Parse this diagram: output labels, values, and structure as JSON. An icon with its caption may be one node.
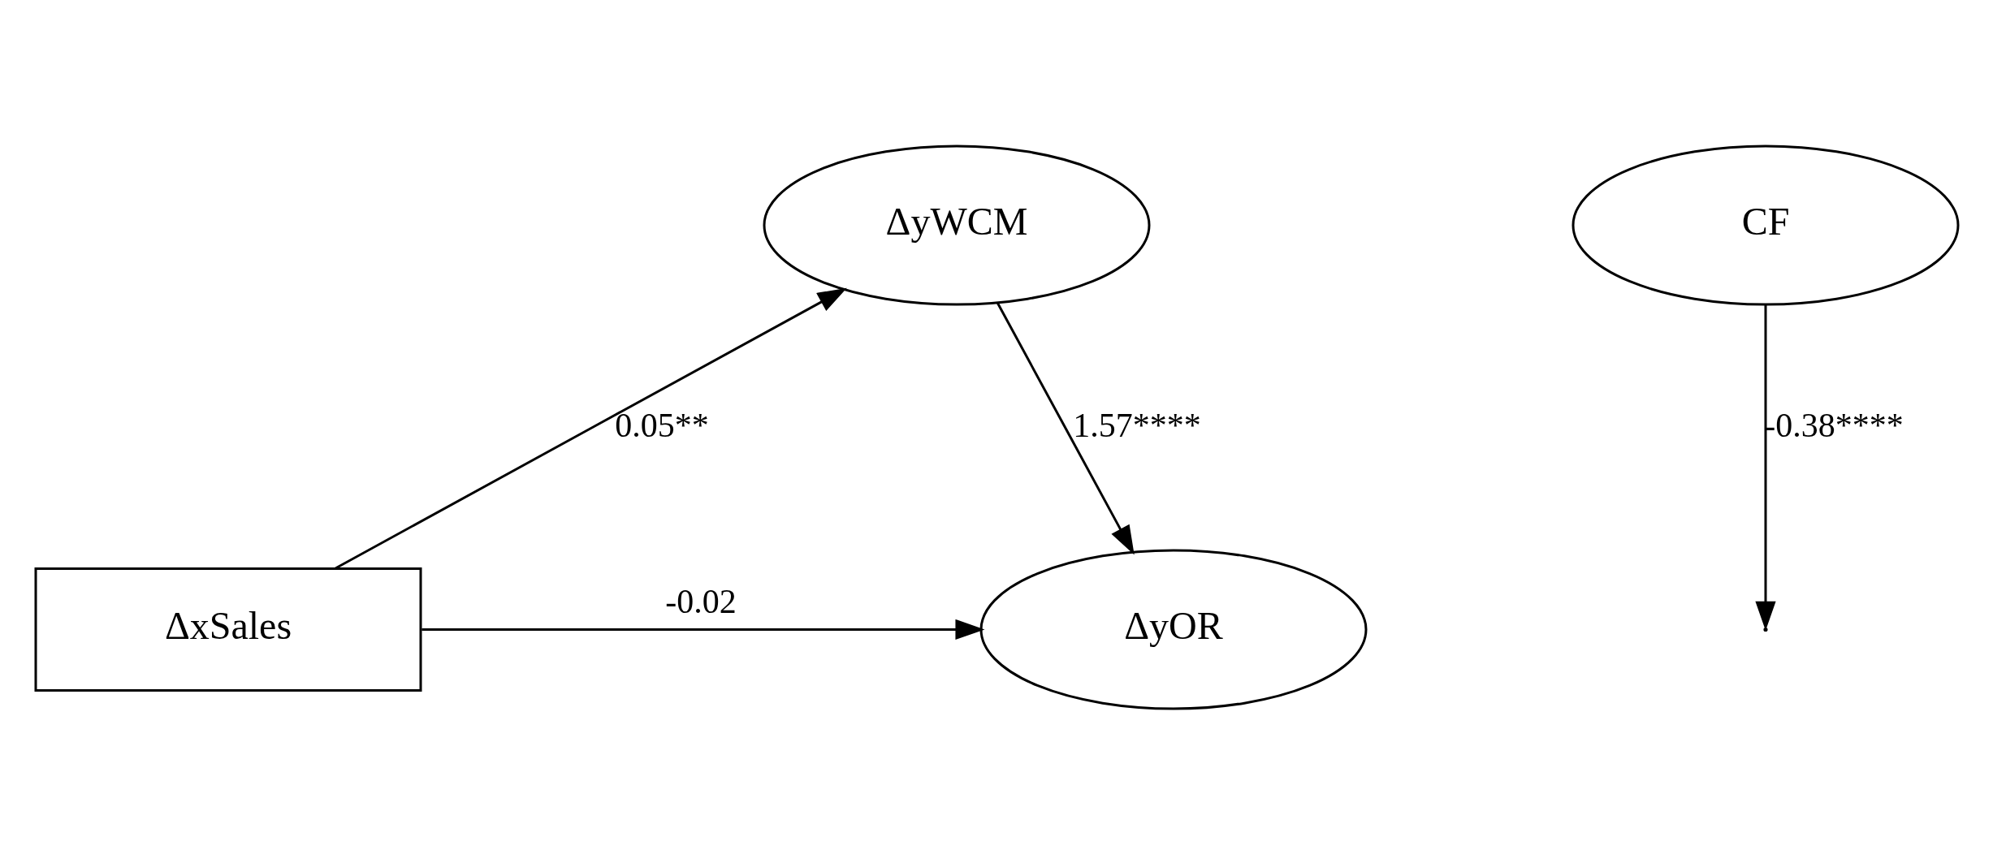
{
  "diagram": {
    "nodes": [
      {
        "text": [
          "ΔyWCM"
        ]
      },
      {
        "text": [
          "CF"
        ]
      },
      {
        "text": [
          "ΔxSales"
        ]
      },
      {
        "text": [
          "ΔyOR"
        ]
      }
    ],
    "edges": [
      {
        "from": 2,
        "to": 0,
        "arrow": "to",
        "label": "0.05**"
      },
      {
        "from": 0,
        "to": 3,
        "arrow": "to",
        "label": "1.57****"
      },
      {
        "from": 1,
        "to": null,
        "arrow": "to",
        "label": "-0.38****"
      },
      {
        "from": 2,
        "to": 3,
        "arrow": "to",
        "label": "-0.02"
      }
    ]
  }
}
